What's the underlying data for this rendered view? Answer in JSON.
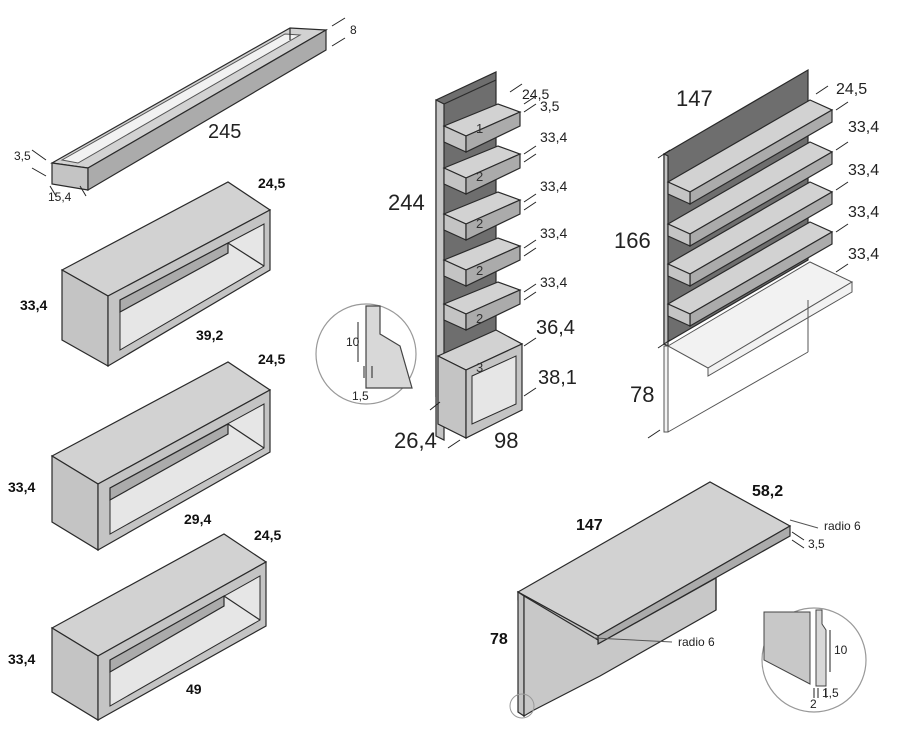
{
  "rail": {
    "height": "8",
    "length": "245",
    "lip": "3,5",
    "depth": "15,4"
  },
  "box_large": {
    "depth": "24,5",
    "height": "33,4",
    "inner": "39,2"
  },
  "box_medium": {
    "depth": "24,5",
    "height": "33,4",
    "inner": "29,4"
  },
  "box_small": {
    "depth": "24,5",
    "height": "33,4",
    "inner": "49"
  },
  "detail_left": {
    "a": "10",
    "b": "1,5"
  },
  "tower": {
    "height": "244",
    "depth_top": "24,5",
    "shelf_thickness": "3,5",
    "shelf_gaps": [
      "33,4",
      "33,4",
      "33,4",
      "33,4",
      "36,4",
      "38,1"
    ],
    "shelf_numbers": [
      "1",
      "2",
      "2",
      "2",
      "2",
      "3"
    ],
    "width_depth": "26,4",
    "width": "98"
  },
  "wall_unit": {
    "width": "147",
    "depth": "24,5",
    "shelf_gaps": [
      "33,4",
      "33,4",
      "33,4",
      "33,4"
    ],
    "height": "166",
    "desk_height": "78"
  },
  "desk": {
    "width": "147",
    "depth": "58,2",
    "corner_label": "radio 6",
    "thickness": "3,5",
    "height": "78",
    "inner_corner_label": "radio 6"
  },
  "detail_right": {
    "a": "10",
    "b": "1,5",
    "c": "2"
  }
}
